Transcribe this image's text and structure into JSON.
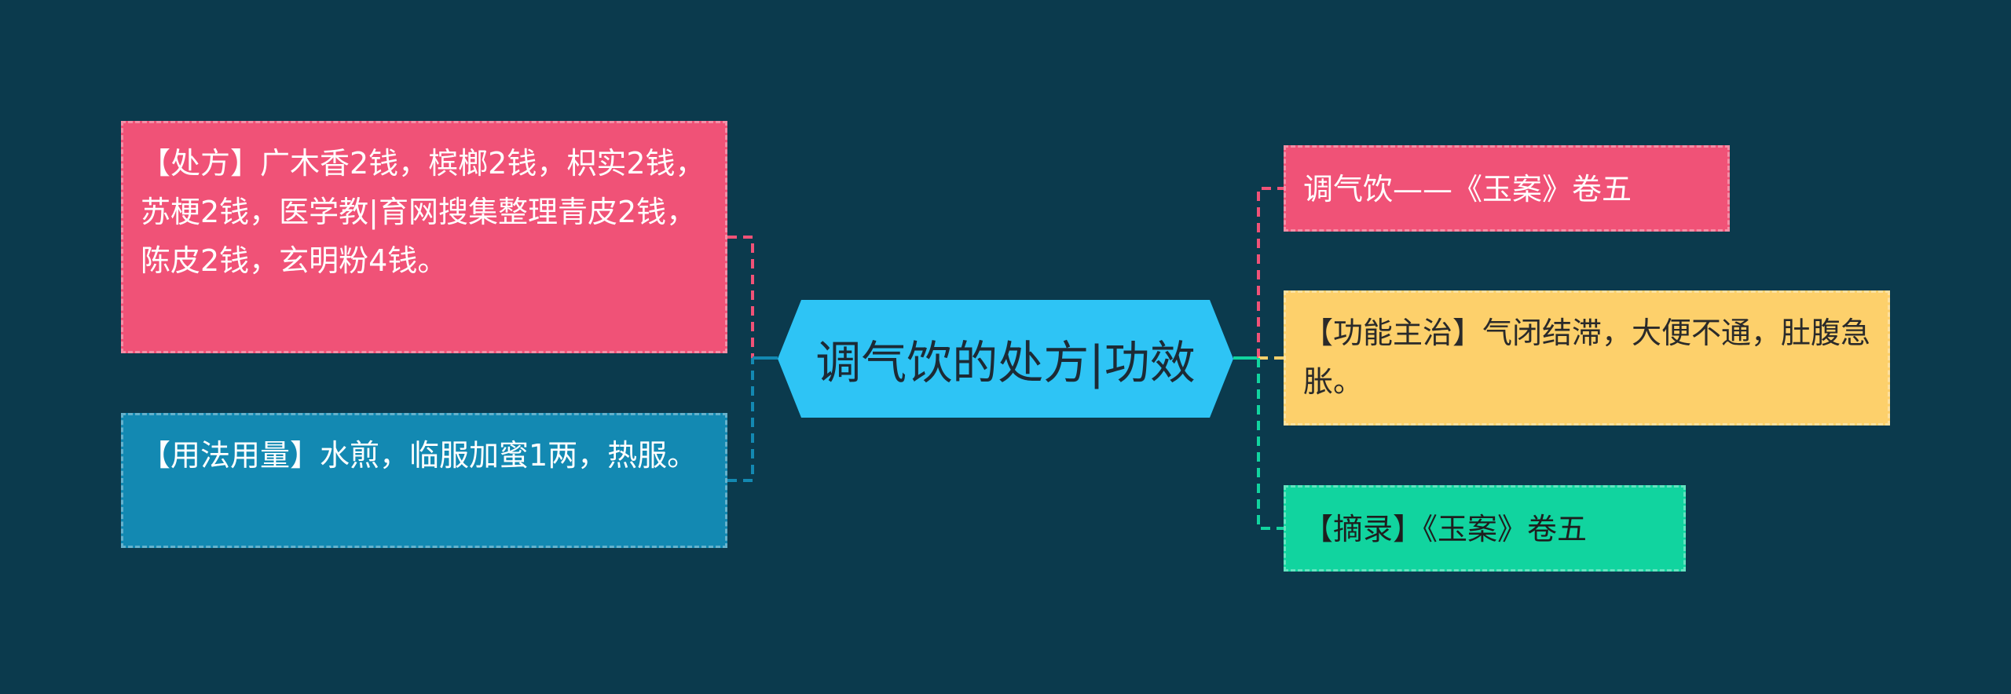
{
  "diagram": {
    "center": {
      "label": "调气饮的处方|功效",
      "color": "#2ec4f5"
    },
    "left_branches": [
      {
        "key": "prescription",
        "text": "【处方】广木香2钱，槟榔2钱，枳实2钱，苏梗2钱，医学教|育网搜集整理青皮2钱，陈皮2钱，玄明粉4钱。",
        "color": "#f05277"
      },
      {
        "key": "usage",
        "text": "【用法用量】水煎，临服加蜜1两，热服。",
        "color": "#1389b2"
      }
    ],
    "right_branches": [
      {
        "key": "title_ref",
        "text": "调气饮——《玉案》卷五",
        "color": "#f05277"
      },
      {
        "key": "function",
        "text": "【功能主治】气闭结滞，大便不通，肚腹急胀。",
        "color": "#fdd06b"
      },
      {
        "key": "excerpt",
        "text": "【摘录】《玉案》卷五",
        "color": "#11d49f"
      }
    ],
    "background": "#0b3a4d"
  }
}
